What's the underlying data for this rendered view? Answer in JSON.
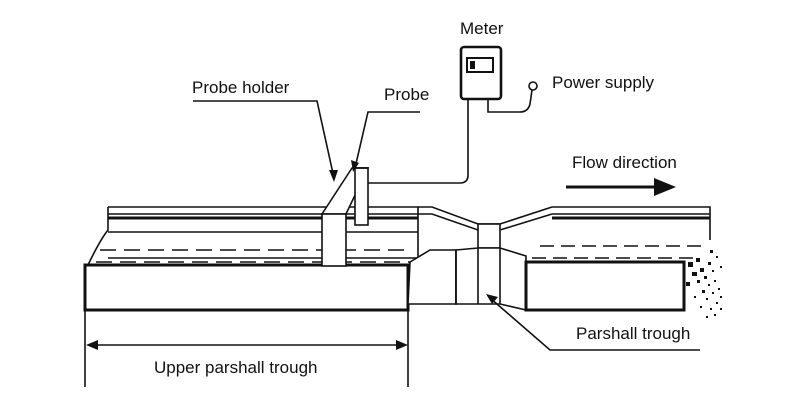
{
  "labels": {
    "meter": "Meter",
    "power_supply": "Power supply",
    "probe_holder": "Probe holder",
    "probe": "Probe",
    "flow_direction": "Flow direction",
    "parshall_trough": "Parshall trough",
    "upper_parshall_trough": "Upper parshall trough"
  },
  "colors": {
    "ink": "#111111",
    "background": "#ffffff"
  }
}
